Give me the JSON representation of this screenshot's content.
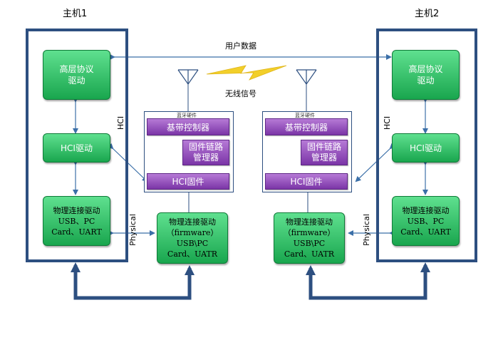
{
  "host1": {
    "title": "主机1",
    "hci_label": "HCI",
    "physical_label": "Physical",
    "high_layer": [
      "高层协议",
      "驱动"
    ],
    "hci_driver": "HCI驱动",
    "phys_driver": [
      "物理连接驱动",
      "USB、PC",
      "Card、UART"
    ]
  },
  "host2": {
    "title": "主机2",
    "hci_label": "HCI",
    "physical_label": "Physical",
    "high_layer": [
      "高层协议",
      "驱动"
    ],
    "hci_driver": "HCI驱动",
    "phys_driver": [
      "物理连接驱动",
      "USB、PC",
      "Card、UART"
    ]
  },
  "chip1": {
    "title": "蓝牙硬件",
    "baseband": "基带控制器",
    "firmware_link_mgr": [
      "固件链路",
      "管理器"
    ],
    "hci_firmware": "HCI固件",
    "phys_firmware": [
      "物理连接驱动",
      "（firmware）",
      "USB\\PC",
      "Card、UATR"
    ]
  },
  "chip2": {
    "title": "蓝牙硬件",
    "baseband": "基带控制器",
    "firmware_link_mgr": [
      "固件链路",
      "管理器"
    ],
    "hci_firmware": "HCI固件",
    "phys_firmware": [
      "物理连接驱动",
      "（firmware）",
      "USB\\PC",
      "Card、UATR"
    ]
  },
  "user_data_label": "用户数据",
  "wireless_label": "无线信号",
  "colors": {
    "frame": "#2d4f80",
    "green": "#19a64e",
    "purple": "#7b35a7",
    "arrow": "#3b6fa8",
    "lightning": "#f2cf2a"
  }
}
